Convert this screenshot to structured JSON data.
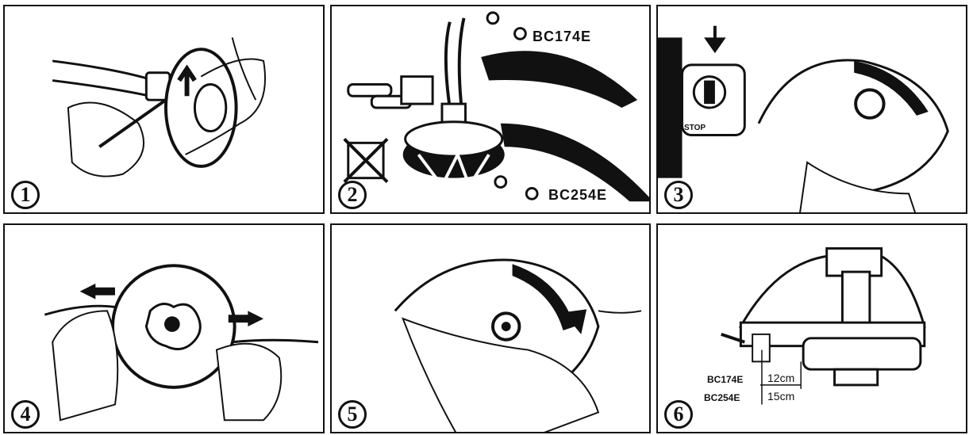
{
  "panels": [
    {
      "number": "1"
    },
    {
      "number": "2",
      "label_top": "BC174E",
      "label_bottom": "BC254E"
    },
    {
      "number": "3",
      "switch_label": "STOP"
    },
    {
      "number": "4"
    },
    {
      "number": "5"
    },
    {
      "number": "6",
      "model_a": "BC174E",
      "model_b": "BC254E",
      "length_a": "12cm",
      "length_b": "15cm"
    }
  ]
}
